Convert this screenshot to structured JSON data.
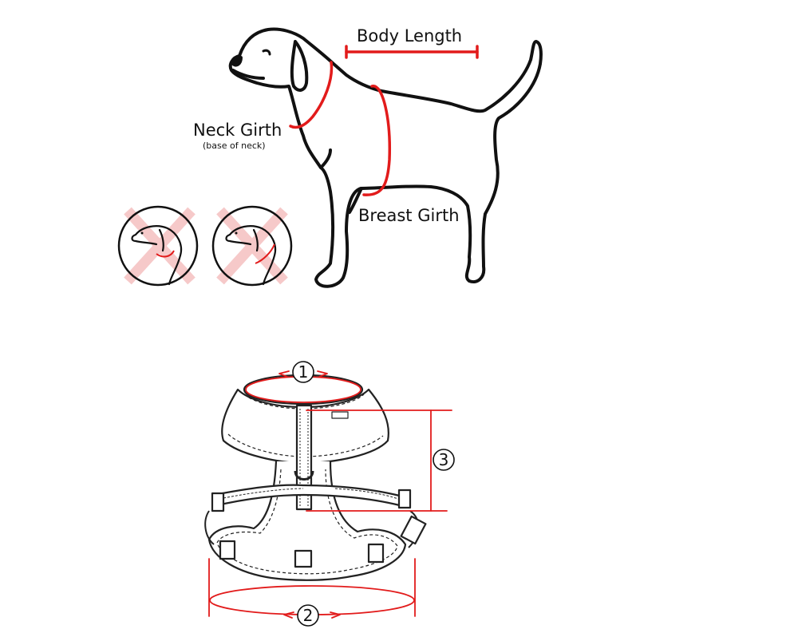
{
  "labels": {
    "body_length": "Body Length",
    "neck_girth": "Neck Girth",
    "neck_girth_note": "(base of neck)",
    "breast_girth": "Breast Girth"
  },
  "markers": {
    "one": "1",
    "two": "2",
    "three": "3"
  },
  "colors": {
    "outline": "#111111",
    "measure": "#e21b1b",
    "wrong_cross": "#f6c9c9"
  }
}
